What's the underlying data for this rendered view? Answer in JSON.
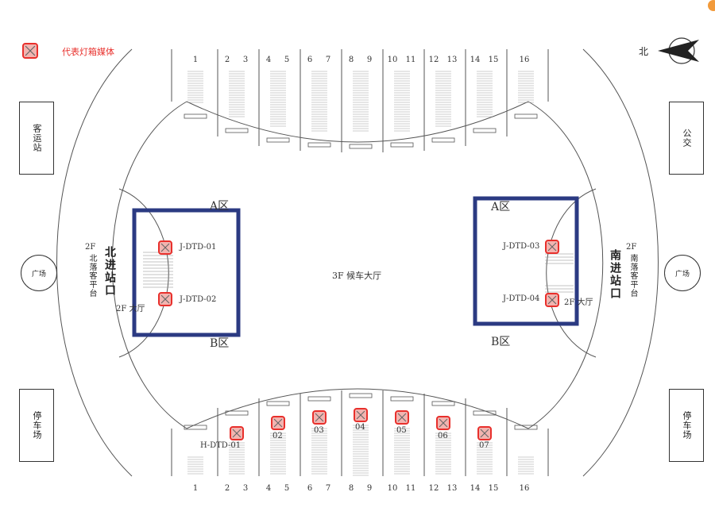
{
  "legend": {
    "label": "代表灯箱媒体"
  },
  "north": {
    "label": "北"
  },
  "side_facilities": {
    "bus_station": "客运站",
    "bus": "公交",
    "parking_left": "停车场",
    "parking_right": "停车场",
    "plaza_left": "广场",
    "plaza_right": "广场"
  },
  "entrances": {
    "north": {
      "name": "北进站口",
      "platform_floor": "2F",
      "platform_name": "北落客平台",
      "hall": "2F 大厅"
    },
    "south": {
      "name": "南进站口",
      "platform_floor": "2F",
      "platform_name": "南落客平台",
      "hall": "2F 大厅"
    }
  },
  "zones": {
    "a_left": "A区",
    "b_left": "B区",
    "a_right": "A区",
    "b_right": "B区"
  },
  "center_label": "3F 候车大厅",
  "track_numbers_top": [
    "1",
    "2",
    "3",
    "4",
    "5",
    "6",
    "7",
    "8",
    "9",
    "10",
    "11",
    "12",
    "13",
    "14",
    "15",
    "16"
  ],
  "track_numbers_bottom": [
    "1",
    "2",
    "3",
    "4",
    "5",
    "6",
    "7",
    "8",
    "9",
    "10",
    "11",
    "12",
    "13",
    "14",
    "15",
    "16"
  ],
  "media": {
    "jdtd": [
      "J-DTD-01",
      "J-DTD-02",
      "J-DTD-03",
      "J-DTD-04"
    ],
    "hdtd": [
      "H-DTD-01",
      "02",
      "03",
      "04",
      "05",
      "06",
      "07"
    ]
  },
  "colors": {
    "media_red": "#e8302c",
    "media_fill": "#f2b4b0",
    "zone_border": "#2b3a82",
    "legend_text": "#e8302c"
  }
}
